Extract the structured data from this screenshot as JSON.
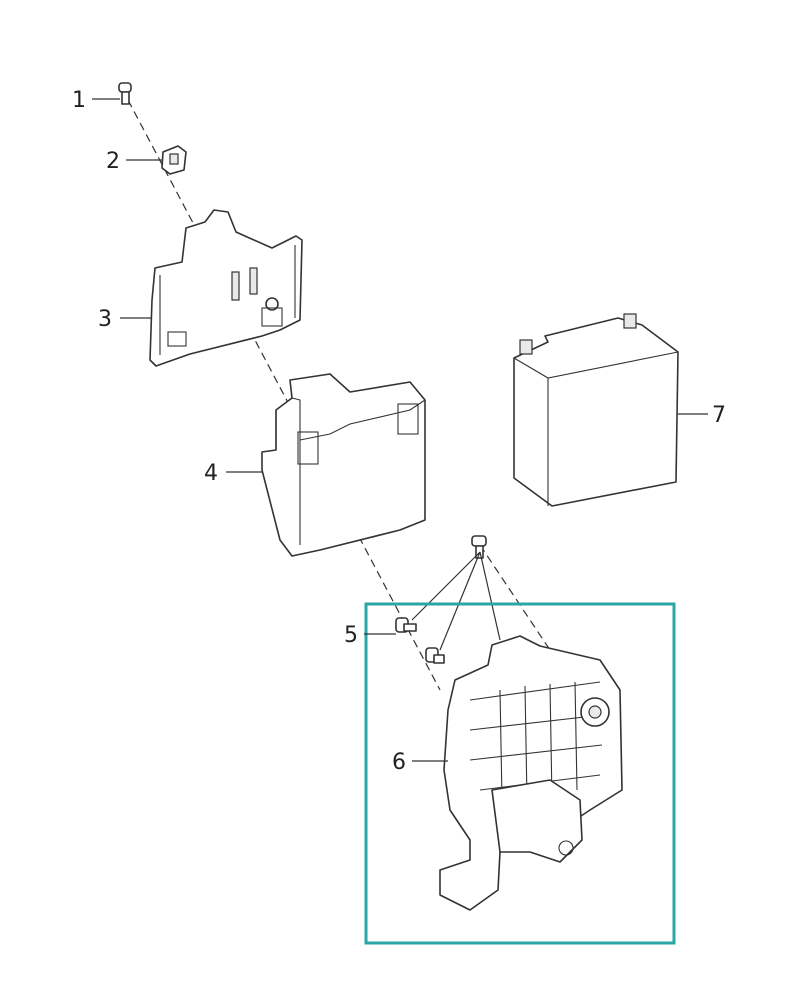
{
  "callouts": [
    {
      "number": "1"
    },
    {
      "number": "2"
    },
    {
      "number": "3"
    },
    {
      "number": "4"
    },
    {
      "number": "5"
    },
    {
      "number": "6"
    },
    {
      "number": "7"
    }
  ],
  "highlight": {
    "color": "#2ba6a6",
    "highlighted_part": "6"
  }
}
